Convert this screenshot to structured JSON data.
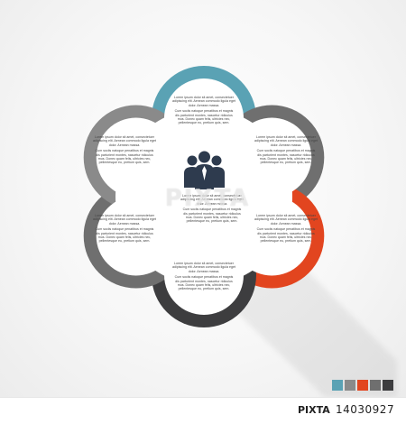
{
  "palette": {
    "teal": "#5aa2b4",
    "light_gray": "#8a8a8a",
    "mid_gray": "#6f6f6f",
    "dark_gray": "#3d3d3f",
    "orange": "#e2451f",
    "icon": "#2e3b4e"
  },
  "petals": [
    {
      "id": "top",
      "color_key": "teal",
      "paragraphs": [
        "Lorem ipsum dolor sit amet, consectetuer adipiscing elit. Aenean commodo ligula eget dolor. Aenean massa.",
        "Cum sociis natoque penatibus et magnis dis parturient montes, nascetur ridiculus mus. Donec quam felis, ultricies nec, pellentesque eu, pretium quis, sem."
      ]
    },
    {
      "id": "upper-right",
      "color_key": "mid_gray",
      "paragraphs": [
        "Lorem ipsum dolor sit amet, consectetuer adipiscing elit. Aenean commodo ligula eget dolor. Aenean massa.",
        "Cum sociis natoque penatibus et magnis dis parturient montes, nascetur ridiculus mus. Donec quam felis, ultricies nec, pellentesque eu, pretium quis, sem."
      ]
    },
    {
      "id": "lower-right",
      "color_key": "orange",
      "paragraphs": [
        "Lorem ipsum dolor sit amet, consectetuer adipiscing elit. Aenean commodo ligula eget dolor. Aenean massa.",
        "Cum sociis natoque penatibus et magnis dis parturient montes, nascetur ridiculus mus. Donec quam felis, ultricies nec, pellentesque eu, pretium quis, sem."
      ]
    },
    {
      "id": "bottom",
      "color_key": "dark_gray",
      "paragraphs": [
        "Lorem ipsum dolor sit amet, consectetuer adipiscing elit. Aenean commodo ligula eget dolor. Aenean massa.",
        "Cum sociis natoque penatibus et magnis dis parturient montes, nascetur ridiculus mus. Donec quam felis, ultricies nec, pellentesque eu, pretium quis, sem."
      ]
    },
    {
      "id": "lower-left",
      "color_key": "mid_gray",
      "paragraphs": [
        "Lorem ipsum dolor sit amet, consectetuer adipiscing elit. Aenean commodo ligula eget dolor. Aenean massa.",
        "Cum sociis natoque penatibus et magnis dis parturient montes, nascetur ridiculus mus. Donec quam felis, ultricies nec, pellentesque eu, pretium quis, sem."
      ]
    },
    {
      "id": "upper-left",
      "color_key": "light_gray",
      "paragraphs": [
        "Lorem ipsum dolor sit amet, consectetuer adipiscing elit. Aenean commodo ligula eget dolor. Aenean massa.",
        "Cum sociis natoque penatibus et magnis dis parturient montes, nascetur ridiculus mus. Donec quam felis, ultricies nec, pellentesque eu, pretium quis, sem."
      ]
    }
  ],
  "center": {
    "icon": "business-people-icon",
    "paragraphs": [
      "Lorem ipsum dolor sit amet, consectetuer adipiscing elit. Aenean commodo ligula eget dolor. Aenean massa.",
      "Cum sociis natoque penatibus et magnis dis parturient montes, nascetur ridiculus mus. Donec quam felis, ultricies nec, pellentesque eu, pretium quis, sem."
    ]
  },
  "watermark": "PIXTA",
  "swatches": [
    "teal",
    "light_gray",
    "orange",
    "mid_gray",
    "dark_gray"
  ],
  "footer": {
    "brand": "PIXTA",
    "image_id": "14030927"
  }
}
